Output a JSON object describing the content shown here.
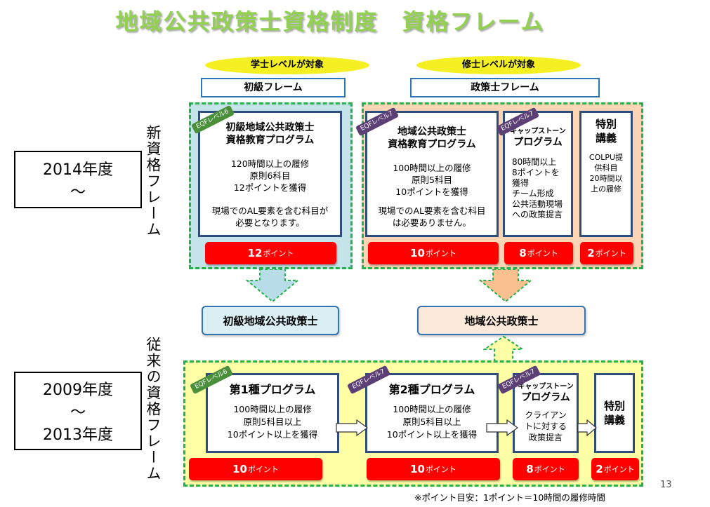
{
  "title": "地域公共政策士資格制度　資格フレーム",
  "levels": {
    "bachelor": "学士レベルが対象",
    "master": "修士レベルが対象"
  },
  "frames": {
    "basic": "初級フレーム",
    "policy": "政策士フレーム"
  },
  "new_frame": {
    "label": "新資格フレーム",
    "year_line1": "2014年度",
    "year_line2": "～",
    "basic_program": {
      "eqf": "EQFレベル6",
      "title1": "初級地域公共政策士",
      "title2": "資格教育プログラム",
      "body": [
        "120時間以上の履修",
        "原則6科目",
        "12ポイントを獲得"
      ],
      "note": [
        "現場でのAL要素を含む科目が",
        "必要となります。"
      ],
      "points": "12",
      "points_unit": "ポイント"
    },
    "policy_program": {
      "eqf": "EQFレベル7",
      "title1": "地域公共政策士",
      "title2": "資格教育プログラム",
      "body": [
        "100時間以上の履修",
        "原則5科目",
        "10ポイントを獲得"
      ],
      "note": [
        "現場でのAL要素を含む科目",
        "は必要ありません。"
      ],
      "points": "10",
      "points_unit": "ポイント"
    },
    "capstone": {
      "eqf": "EQFレベル7",
      "title1": "キャップストーン",
      "title2": "プログラム",
      "body": [
        "80時間以上",
        "8ポイントを",
        "獲得",
        "チーム形成",
        "公共活動現場",
        "への政策提言"
      ],
      "points": "8",
      "points_unit": "ポイント"
    },
    "special": {
      "title1": "特別",
      "title2": "講義",
      "body": [
        "COLPU提",
        "供科目",
        "20時間以",
        "上の履修"
      ],
      "points": "2",
      "points_unit": "ポイント"
    }
  },
  "results": {
    "basic": "初級地域公共政策士",
    "policy": "地域公共政策士"
  },
  "old_frame": {
    "label": "従来の資格フレーム",
    "year_line1": "2009年度",
    "year_line2": "～",
    "year_line3": "2013年度",
    "program1": {
      "eqf": "EQFレベル6",
      "title": "第1種プログラム",
      "body": [
        "100時間以上の履修",
        "原則5科目以上",
        "10ポイント以上を獲得"
      ],
      "points": "10",
      "points_unit": "ポイント"
    },
    "program2": {
      "eqf": "EQFレベル7",
      "title": "第2種プログラム",
      "body": [
        "100時間以上の履修",
        "原則5科目以上",
        "10ポイント以上を獲得"
      ],
      "points": "10",
      "points_unit": "ポイント"
    },
    "capstone": {
      "eqf": "EQFレベル7",
      "title1": "キャップストーン",
      "title2": "プログラム",
      "body": [
        "クライアン",
        "トに対する",
        "政策提言"
      ],
      "points": "8",
      "points_unit": "ポイント"
    },
    "special": {
      "title1": "特別",
      "title2": "講義",
      "points": "2",
      "points_unit": "ポイント"
    }
  },
  "footnote": "※ポイント目安：1ポイント＝10時間の履修時間",
  "page_number": "13",
  "colors": {
    "title": "#92d050",
    "ellipse": "#f4f021",
    "point_badge": "#ff0000",
    "group_border": "#22b14c",
    "basic_group_bg": "#c4e4ea",
    "policy_group_bg": "#fbd5b5",
    "old_group_bg": "#ffffa6",
    "box_border": "#2e4d7b",
    "eqf_purple": "#5c3f75",
    "eqf_green": "#4a8f3a"
  }
}
